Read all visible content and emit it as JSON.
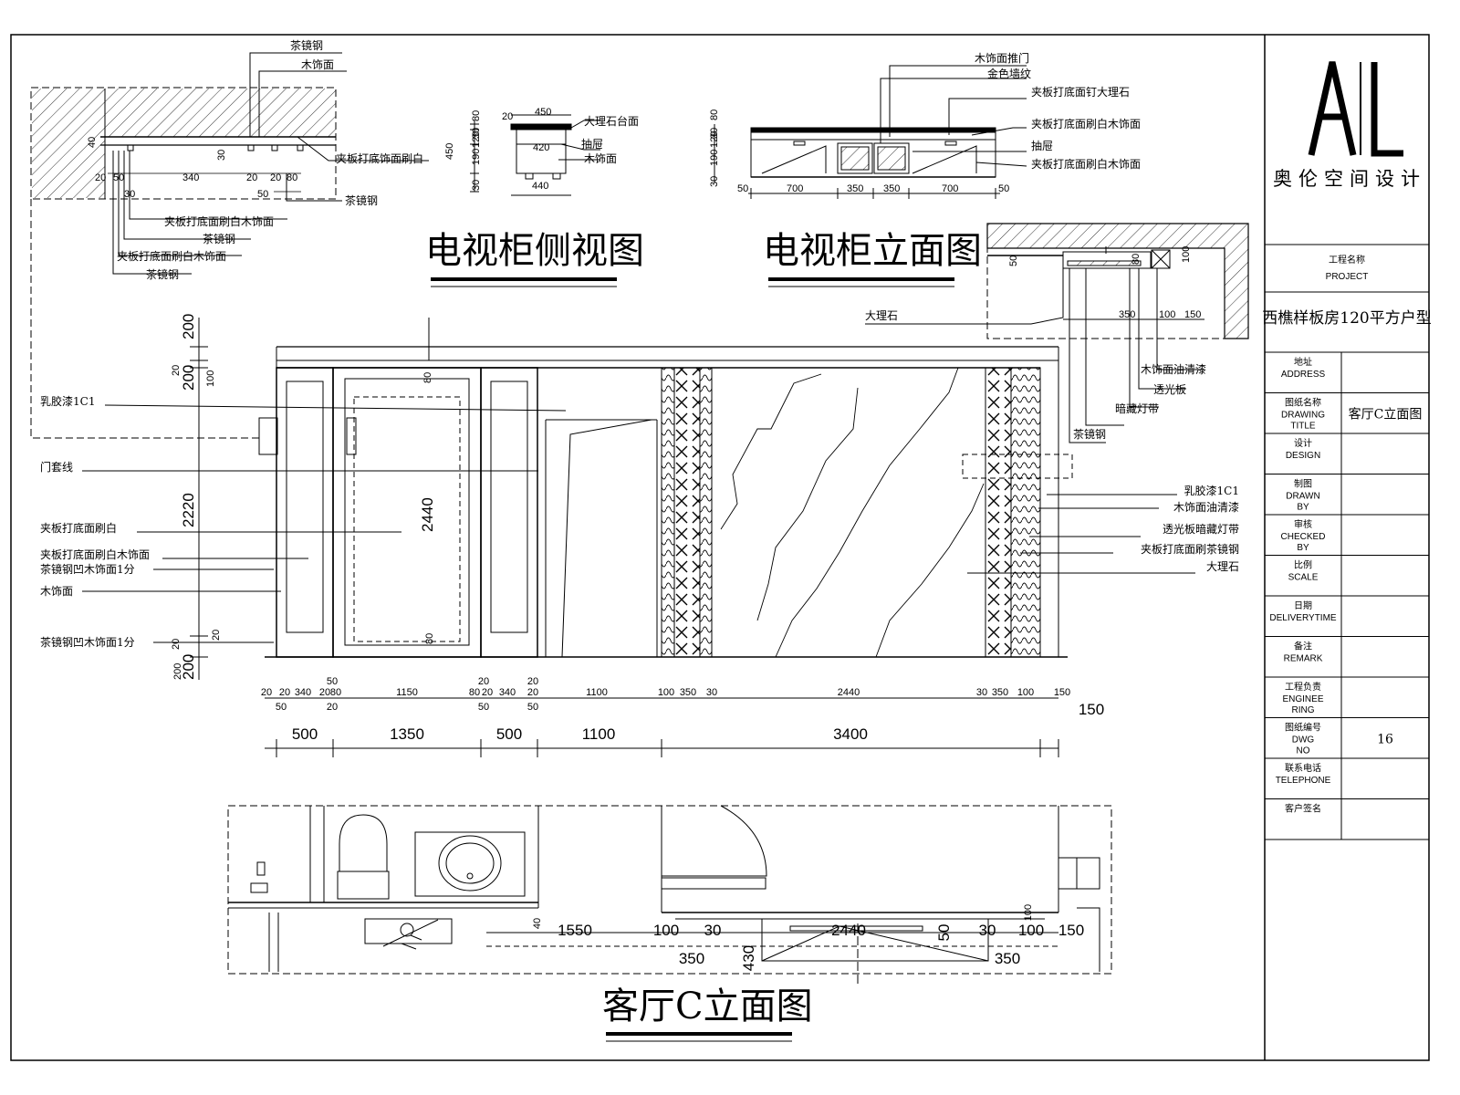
{
  "title_block": {
    "logo_text": "AL",
    "company": "奥伦空间设计",
    "project_label_cn": "工程名称",
    "project_label": "PROJECT",
    "project_name": "西樵样板房120平方户型",
    "rows": [
      {
        "cn": "地址",
        "en": "ADDRESS",
        "value": ""
      },
      {
        "cn": "图纸名称",
        "en": "DRAWING TITLE",
        "value": "客厅C立面图"
      },
      {
        "cn": "设计",
        "en": "DESIGN",
        "value": ""
      },
      {
        "cn": "制图",
        "en": "DRAWN BY",
        "value": ""
      },
      {
        "cn": "审核",
        "en": "CHECKED BY",
        "value": ""
      },
      {
        "cn": "比例",
        "en": "SCALE",
        "value": ""
      },
      {
        "cn": "日期",
        "en": "DELIVERYTIME",
        "value": ""
      },
      {
        "cn": "备注",
        "en": "REMARK",
        "value": ""
      },
      {
        "cn": "工程负责",
        "en": "ENGINEE RING",
        "value": ""
      },
      {
        "cn": "图纸编号",
        "en": "DWG NO",
        "value": "16"
      },
      {
        "cn": "联系电话",
        "en": "TELEPHONE",
        "value": ""
      },
      {
        "cn": "客户签名",
        "en": "",
        "value": ""
      }
    ]
  },
  "titles": {
    "side_view": "电视柜侧视图",
    "elevation": "电视柜立面图",
    "main": "客厅C立面图"
  },
  "top_left_detail": {
    "labels": [
      "茶镜钢",
      "木饰面",
      "夹板打底饰面刷白",
      "茶镜钢",
      "夹板打底面刷白木饰面",
      "茶镜钢",
      "夹板打底面刷白木饰面",
      "茶镜钢"
    ],
    "dims": [
      "20",
      "50",
      "340",
      "20",
      "20",
      "80",
      "50",
      "30",
      "30",
      "40"
    ]
  },
  "side_view": {
    "labels": [
      "大理石台面",
      "抽屉",
      "木饰面"
    ],
    "dims": [
      "20",
      "450",
      "420",
      "440",
      "80",
      "30",
      "190",
      "120",
      "30",
      "450"
    ]
  },
  "elevation_view": {
    "labels": [
      "木饰面推门",
      "金色墙纹",
      "夹板打底面钉大理石",
      "夹板打底面刷白木饰面",
      "抽屉",
      "夹板打底面刷白木饰面"
    ],
    "dims": [
      "50",
      "700",
      "350",
      "350",
      "700",
      "50",
      "80",
      "30",
      "190",
      "120",
      "30"
    ]
  },
  "ceiling_detail": {
    "labels": [
      "大理石",
      "木饰面油清漆",
      "透光板",
      "暗藏灯带",
      "茶镜钢"
    ],
    "dims": [
      "50",
      "80",
      "350",
      "100",
      "150",
      "100"
    ]
  },
  "main_elevation": {
    "left_labels": [
      "乳胶漆1C1",
      "门套线",
      "夹板打底面刷白",
      "夹板打底面刷白木饰面",
      "茶镜钢凹木饰面1分",
      "木饰面",
      "茶镜钢凹木饰面1分"
    ],
    "right_labels": [
      "乳胶漆1C1",
      "木饰面油清漆",
      "透光板暗藏灯带",
      "夹板打底面刷茶镜钢",
      "大理石"
    ],
    "vertical_dims": [
      "200",
      "20",
      "200",
      "100",
      "2220",
      "20",
      "200",
      "20",
      "200",
      "2440",
      "80",
      "80"
    ],
    "small_dims": [
      "20",
      "20",
      "340",
      "20",
      "80",
      "1150",
      "80",
      "20",
      "340",
      "20",
      "1100",
      "100",
      "350",
      "30",
      "2440",
      "30",
      "350",
      "100",
      "150"
    ],
    "small_dims_top": [
      "50",
      "20",
      "20"
    ],
    "small_dims_bottom": [
      "50",
      "20",
      "50",
      "50"
    ],
    "major_dims": [
      "500",
      "1350",
      "500",
      "1100",
      "3400",
      "150"
    ]
  },
  "plan_view": {
    "dims": [
      "1550",
      "100",
      "30",
      "2440",
      "50",
      "30",
      "100",
      "150",
      "350",
      "430",
      "350",
      "100",
      "40"
    ]
  }
}
